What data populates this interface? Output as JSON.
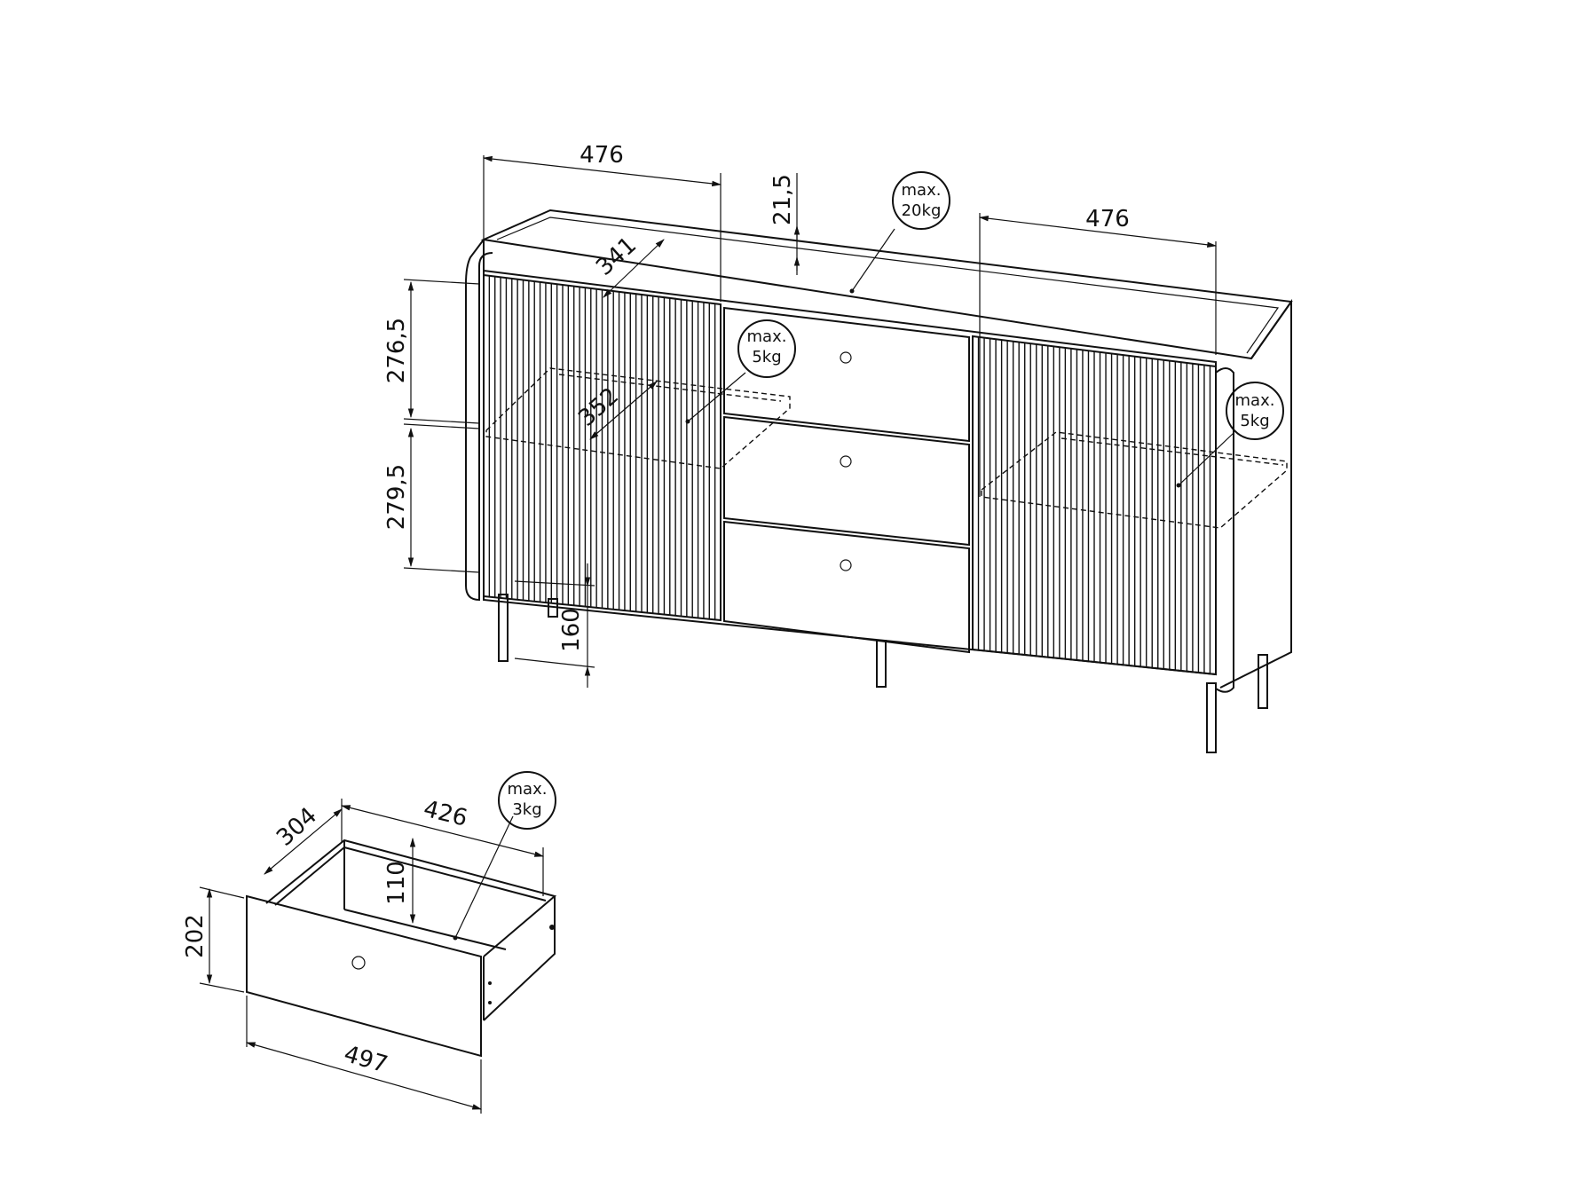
{
  "colors": {
    "line": "#111111",
    "background": "#ffffff"
  },
  "sideboard": {
    "dims": {
      "left_door_width": "476",
      "top_panel_thickness": "21,5",
      "right_door_width": "476",
      "shelf_depth": "341",
      "upper_compartment_height": "276,5",
      "lower_compartment_height": "279,5",
      "shelf_width": "352",
      "leg_height": "160"
    },
    "badges": {
      "top": {
        "line1": "max.",
        "line2": "20kg"
      },
      "shelf_left": {
        "line1": "max.",
        "line2": "5kg"
      },
      "shelf_right": {
        "line1": "max.",
        "line2": "5kg"
      }
    }
  },
  "drawer": {
    "dims": {
      "depth": "304",
      "inner_width": "426",
      "inner_height": "110",
      "front_height": "202",
      "front_width": "497"
    },
    "badge": {
      "line1": "max.",
      "line2": "3kg"
    }
  }
}
